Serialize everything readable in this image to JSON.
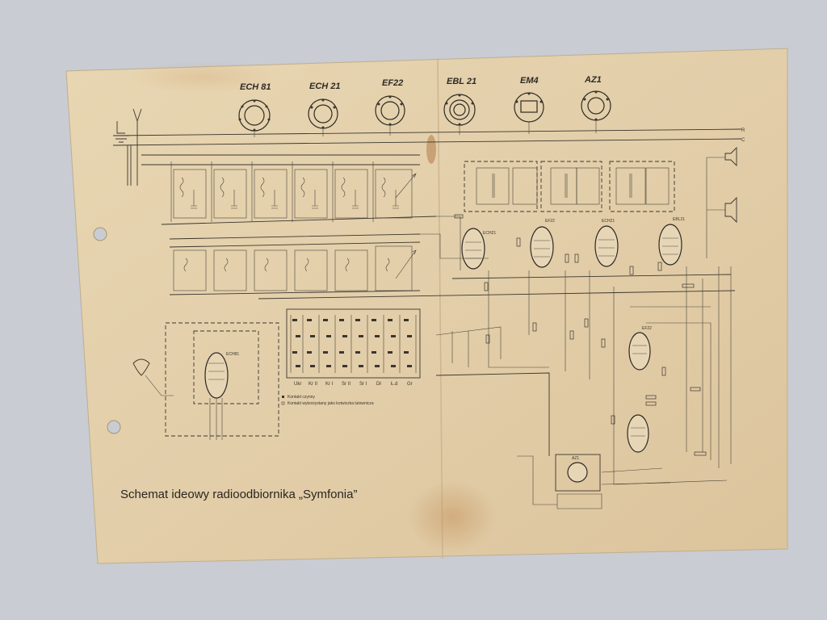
{
  "document": {
    "title": "Schemat ideowy radioodbiornika „Symfonia”",
    "socket_labels": [
      "ECH 81",
      "ECH 21",
      "EF22",
      "EBL 21",
      "EM4",
      "AZ1"
    ],
    "schematic_tube_labels": [
      "ECH21",
      "EF22",
      "ECH21",
      "EBL21",
      "ECH81",
      "EF22",
      "AZ1"
    ],
    "switch_bank_labels": [
      "Ukr",
      "Kr II",
      "Kr I",
      "Sr II",
      "Sr I",
      "Dł",
      "Ł.d",
      "Gr"
    ],
    "legend": {
      "item1": "Kontakt czynny",
      "item2": "Kontakt wykorzystany jako kotwiczka lutownicza"
    },
    "rail_labels": [
      "R",
      "C"
    ]
  },
  "colors": {
    "paper": "#e4d1ad",
    "background": "#c9ccd3",
    "ink": "#3b362e",
    "stain": "#b8824f"
  }
}
